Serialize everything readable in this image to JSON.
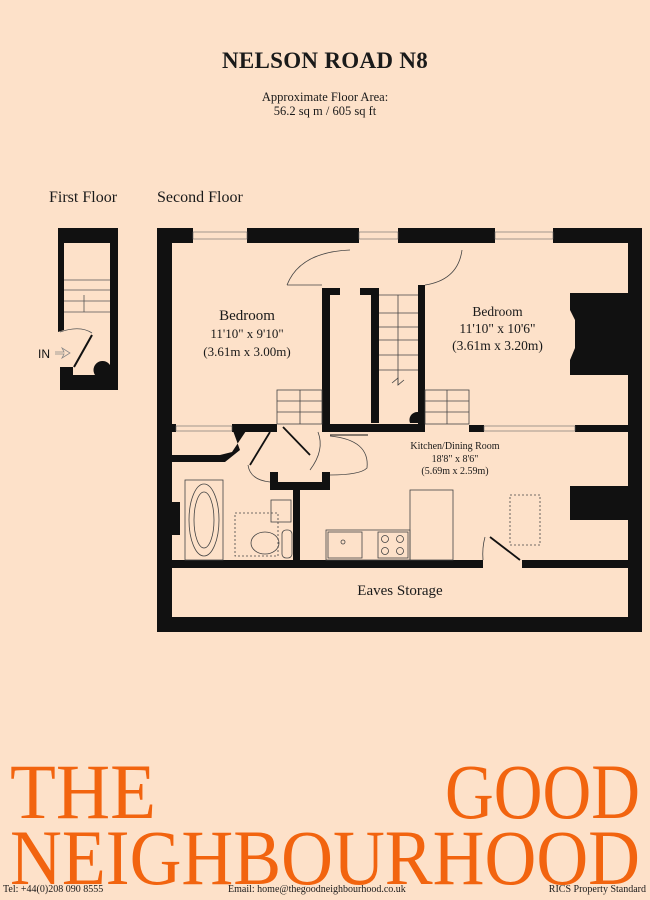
{
  "header": {
    "title": "NELSON ROAD N8",
    "area_label": "Approximate Floor Area:",
    "area_value": "56.2 sq m / 605 sq ft"
  },
  "floors": {
    "first": "First Floor",
    "second": "Second Floor"
  },
  "entry_label": "IN",
  "rooms": [
    {
      "name": "Bedroom",
      "imperial": "11'10\" x 9'10\"",
      "metric": "(3.61m x 3.00m)"
    },
    {
      "name": "Bedroom",
      "imperial": "11'10\" x 10'6\"",
      "metric": "(3.61m x 3.20m)"
    },
    {
      "name": "Kitchen/Dining Room",
      "imperial": "18'8\" x 8'6\"",
      "metric": "(5.69m x 2.59m)"
    },
    {
      "name": "Eaves Storage"
    }
  ],
  "brand": {
    "line1_left": "THE",
    "line1_right": "GOOD",
    "line2": "NEIGHBOURHOOD",
    "color": "#f2640f"
  },
  "footer": {
    "tel": "Tel: +44(0)208 090 8555",
    "email": "Email: home@thegoodneighbourhood.co.uk",
    "standard": "RICS Property Standard"
  },
  "colors": {
    "background": "#fde1c9",
    "walls": "#111111"
  }
}
